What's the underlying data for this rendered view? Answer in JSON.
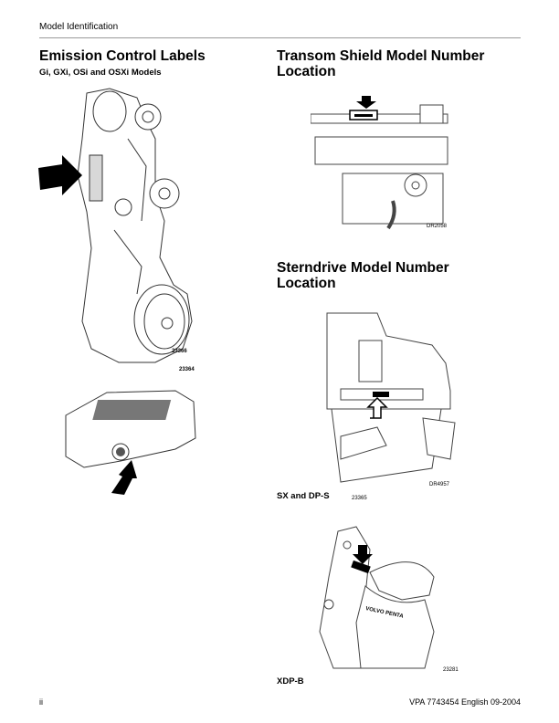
{
  "header": {
    "section": "Model Identification"
  },
  "left": {
    "title": "Emission Control Labels",
    "subtitle": "Gi, GXi, OSi and OSXi Models",
    "fig1_code_a": "23366",
    "fig1_code_b": "23364"
  },
  "right": {
    "transom_title_line1": "Transom Shield Model Number",
    "transom_title_line2": "Location",
    "transom_code": "DR2058",
    "sterndrive_title_line1": "Sterndrive Model Number",
    "sterndrive_title_line2": "Location",
    "sterndrive_code": "DR4957",
    "sx_caption": "SX and DP-S",
    "sx_code": "23365",
    "xdp_code": "23281",
    "xdp_caption": "XDP-B",
    "volvo_text": "VOLVO PENTA"
  },
  "footer": {
    "page": "ii",
    "doc": "VPA 7743454 English 09-2004"
  }
}
